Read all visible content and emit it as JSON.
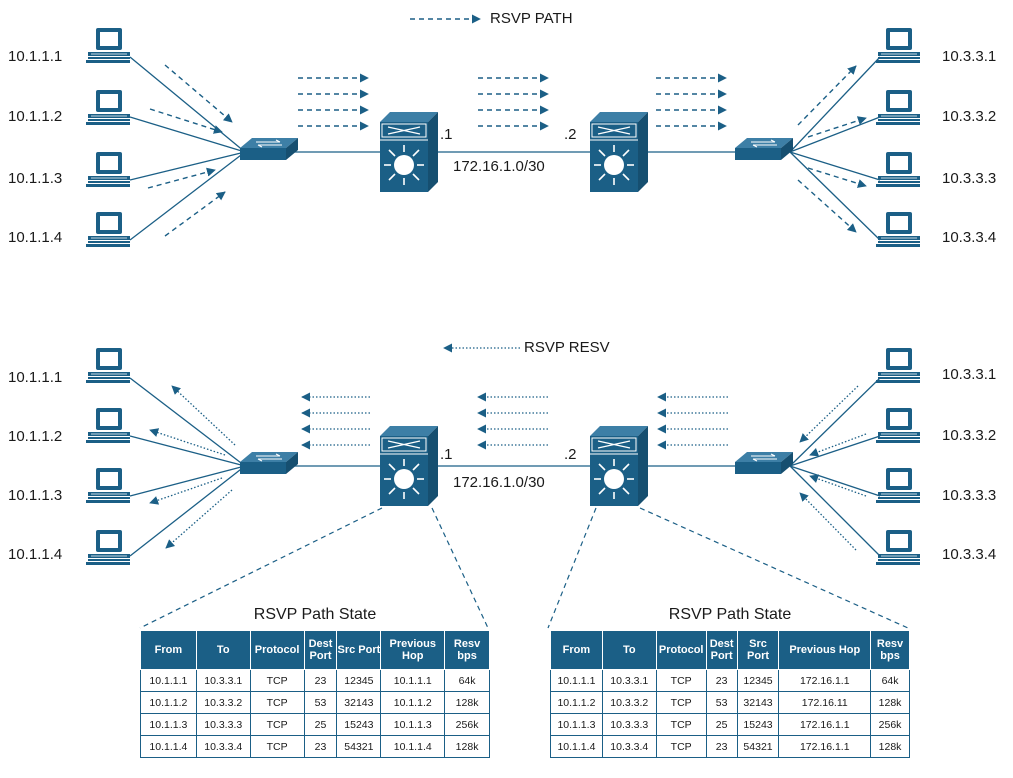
{
  "legend": {
    "path_label": "RSVP PATH",
    "resv_label": "RSVP RESV"
  },
  "hosts": {
    "left": [
      "10.1.1.1",
      "10.1.1.2",
      "10.1.1.3",
      "10.1.1.4"
    ],
    "right": [
      "10.3.3.1",
      "10.3.3.2",
      "10.3.3.3",
      "10.3.3.4"
    ]
  },
  "link": {
    "router1_if": ".1",
    "router2_if": ".2",
    "subnet": "172.16.1.0/30"
  },
  "colors": {
    "device": "#1b5f86",
    "arrow": "#1b5f86",
    "table_header": "#1b5f86"
  },
  "tables": [
    {
      "title": "RSVP Path State",
      "headers": [
        "From",
        "To",
        "Protocol",
        "Dest Port",
        "Src Port",
        "Previous Hop",
        "Resv bps"
      ],
      "rows": [
        [
          "10.1.1.1",
          "10.3.3.1",
          "TCP",
          "23",
          "12345",
          "10.1.1.1",
          "64k"
        ],
        [
          "10.1.1.2",
          "10.3.3.2",
          "TCP",
          "53",
          "32143",
          "10.1.1.2",
          "128k"
        ],
        [
          "10.1.1.3",
          "10.3.3.3",
          "TCP",
          "25",
          "15243",
          "10.1.1.3",
          "256k"
        ],
        [
          "10.1.1.4",
          "10.3.3.4",
          "TCP",
          "23",
          "54321",
          "10.1.1.4",
          "128k"
        ]
      ]
    },
    {
      "title": "RSVP Path State",
      "headers": [
        "From",
        "To",
        "Protocol",
        "Dest Port",
        "Src Port",
        "Previous Hop",
        "Resv bps"
      ],
      "rows": [
        [
          "10.1.1.1",
          "10.3.3.1",
          "TCP",
          "23",
          "12345",
          "172.16.1.1",
          "64k"
        ],
        [
          "10.1.1.2",
          "10.3.3.2",
          "TCP",
          "53",
          "32143",
          "172.16.11",
          "128k"
        ],
        [
          "10.1.1.3",
          "10.3.3.3",
          "TCP",
          "25",
          "15243",
          "172.16.1.1",
          "256k"
        ],
        [
          "10.1.1.4",
          "10.3.3.4",
          "TCP",
          "23",
          "54321",
          "172.16.1.1",
          "128k"
        ]
      ]
    }
  ]
}
